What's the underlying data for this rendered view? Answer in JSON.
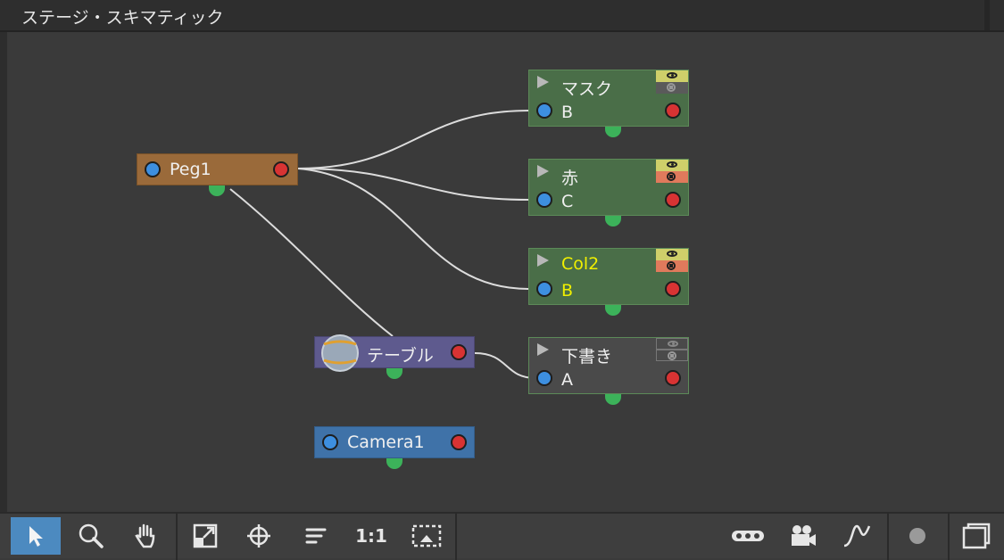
{
  "window": {
    "title": "ステージ・スキマティック"
  },
  "nodes": {
    "peg": {
      "label": "Peg1",
      "color": "#9a6a3a"
    },
    "table": {
      "label": "テーブル",
      "color": "#5e5a8e"
    },
    "camera": {
      "label": "Camera1",
      "color": "#3f72a8"
    },
    "columns": [
      {
        "name": "マスク",
        "port_label": "B"
      },
      {
        "name": "赤",
        "port_label": "C"
      },
      {
        "name": "Col2",
        "port_label": "B",
        "name_color": "#f0f000"
      },
      {
        "name": "下書き",
        "port_label": "A"
      }
    ]
  },
  "toolbar": {
    "tools": [
      {
        "icon": "select-arrow-icon",
        "active": true
      },
      {
        "icon": "zoom-icon"
      },
      {
        "icon": "hand-icon"
      },
      {
        "icon": "fit-to-window-icon"
      },
      {
        "icon": "focus-target-icon"
      },
      {
        "icon": "reorder-icon"
      },
      {
        "icon": "reset-zoom-icon",
        "text": "1:1"
      },
      {
        "icon": "selection-preview-icon"
      },
      {
        "icon": "peg-toggle-icon"
      },
      {
        "icon": "camera-icon"
      },
      {
        "icon": "curve-icon"
      },
      {
        "icon": "record-dot-icon"
      },
      {
        "icon": "window-icon"
      }
    ]
  },
  "colors": {
    "accent": "#4c8ac0",
    "port_in": "#3d8fe0",
    "port_out": "#d83333",
    "port_bottom": "#3cb25a"
  }
}
